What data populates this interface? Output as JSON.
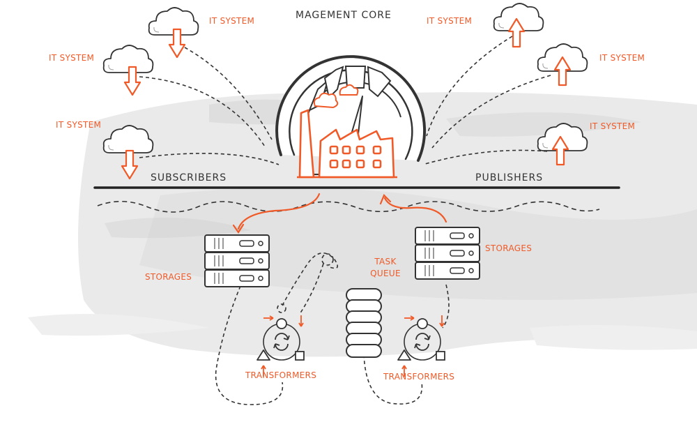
{
  "title": "MAGEMENT CORE",
  "subscribers_label": "SUBSCRIBERS",
  "publishers_label": "PUBLISHERS",
  "it_system_label": "IT SYSTEM",
  "storages_label": "STORAGES",
  "task_queue_label_line1": "TASK",
  "task_queue_label_line2": "QUEUE",
  "transformers_label": "TRANSFORMERS",
  "colors": {
    "accent": "#f05a28",
    "ink": "#333333",
    "wash": "#e6e6e6"
  }
}
